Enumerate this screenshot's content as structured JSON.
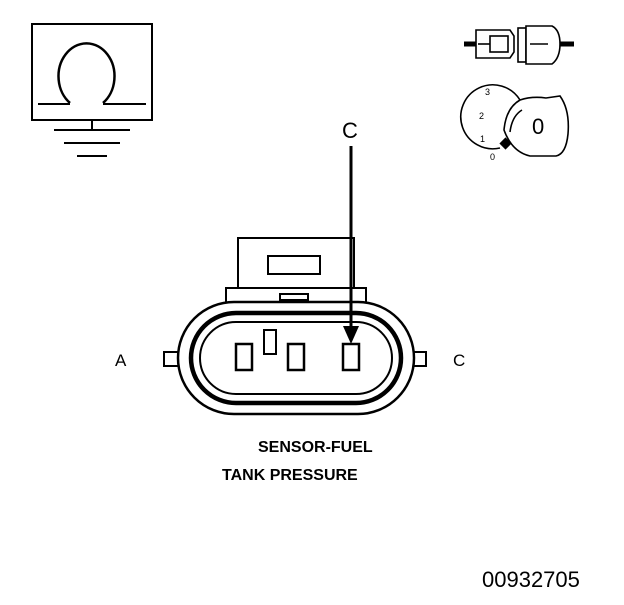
{
  "symbols": {
    "meter": {
      "name": "ohmmeter-ground-symbol",
      "glyph": "Ω"
    },
    "connector": {
      "name": "disconnected-connector-icon"
    },
    "ignition": {
      "name": "ignition-key-icon",
      "positions": [
        "3",
        "2",
        "1",
        "0"
      ],
      "key_label": "0"
    }
  },
  "connector": {
    "callout_label": "C",
    "side_labels": {
      "left": "A",
      "right": "C"
    },
    "title_line1": "SENSOR-FUEL",
    "title_line2": "TANK PRESSURE"
  },
  "figure_id": "00932705",
  "colors": {
    "ink": "#000000",
    "paper": "#ffffff"
  }
}
